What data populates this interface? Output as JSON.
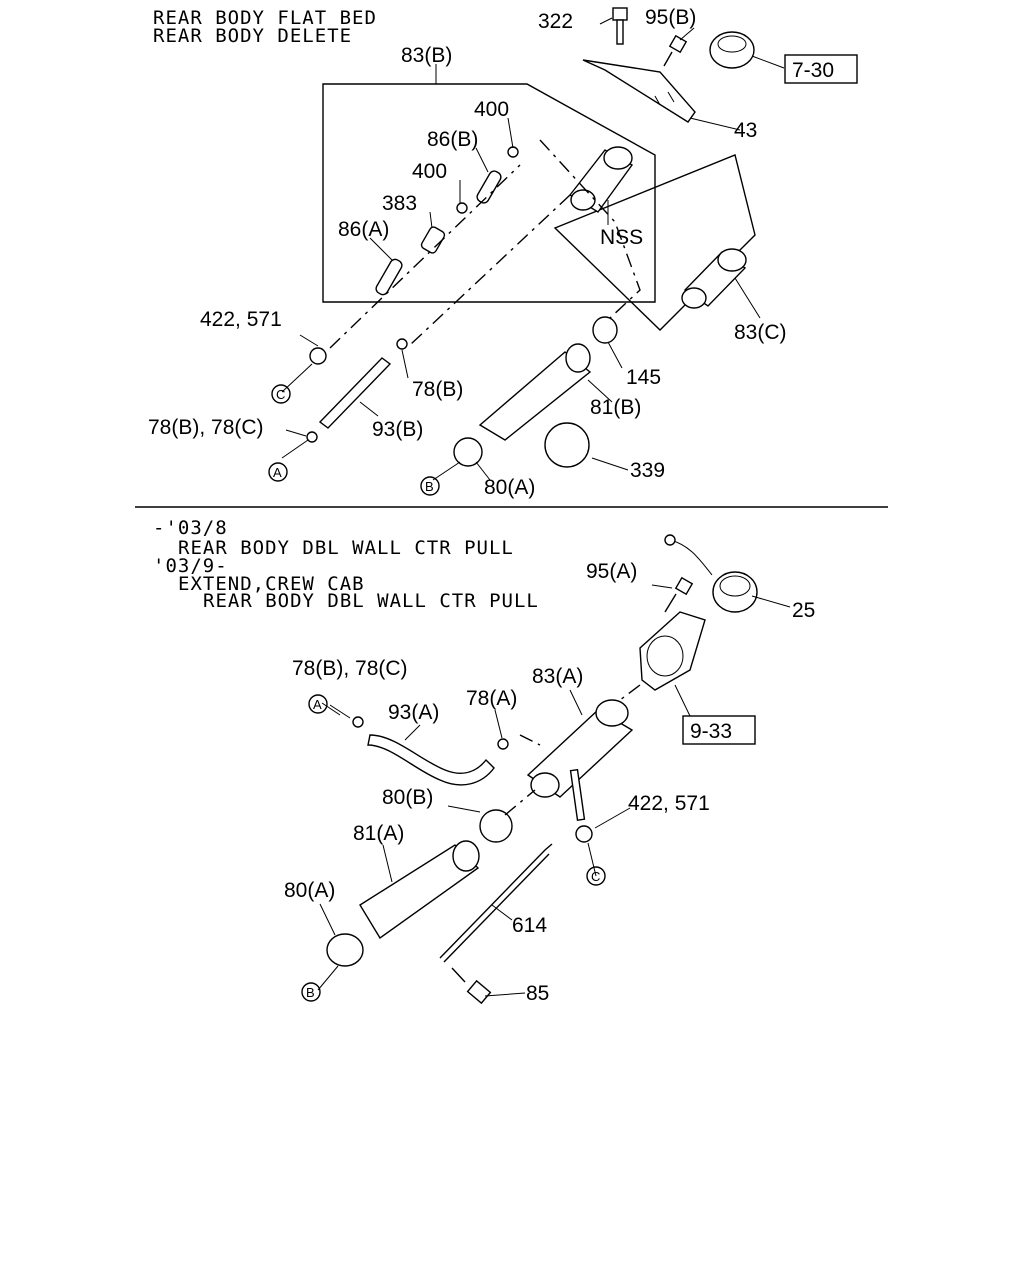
{
  "upper_section": {
    "header_lines": [
      "REAR BODY FLAT BED",
      "REAR BODY DELETE"
    ],
    "labels": {
      "p322": "322",
      "p95b": "95(B)",
      "ref730": "7-30",
      "p83b": "83(B)",
      "p400a": "400",
      "p86b": "86(B)",
      "p400b": "400",
      "p383": "383",
      "p86a": "86(A)",
      "p43": "43",
      "pnss": "NSS",
      "p83c": "83(C)",
      "p422": "422, 571",
      "p78b": "78(B)",
      "p145": "145",
      "p81b": "81(B)",
      "p78bc": "78(B), 78(C)",
      "p93b": "93(B)",
      "p339": "339",
      "p80a": "80(A)"
    },
    "callouts": {
      "c": "C",
      "a": "A",
      "b": "B"
    }
  },
  "lower_section": {
    "header_lines": [
      "-'03/8",
      "REAR BODY DBL WALL CTR PULL",
      "'03/9-",
      "EXTEND,CREW CAB",
      "REAR BODY DBL WALL CTR PULL"
    ],
    "labels": {
      "p95a": "95(A)",
      "p25": "25",
      "p78bc": "78(B), 78(C)",
      "p93a": "93(A)",
      "p78a": "78(A)",
      "p83a": "83(A)",
      "ref933": "9-33",
      "p80b": "80(B)",
      "p422": "422, 571",
      "p81a": "81(A)",
      "p80a": "80(A)",
      "p614": "614",
      "p85": "85"
    },
    "callouts": {
      "a": "A",
      "c": "C",
      "b": "B"
    }
  }
}
